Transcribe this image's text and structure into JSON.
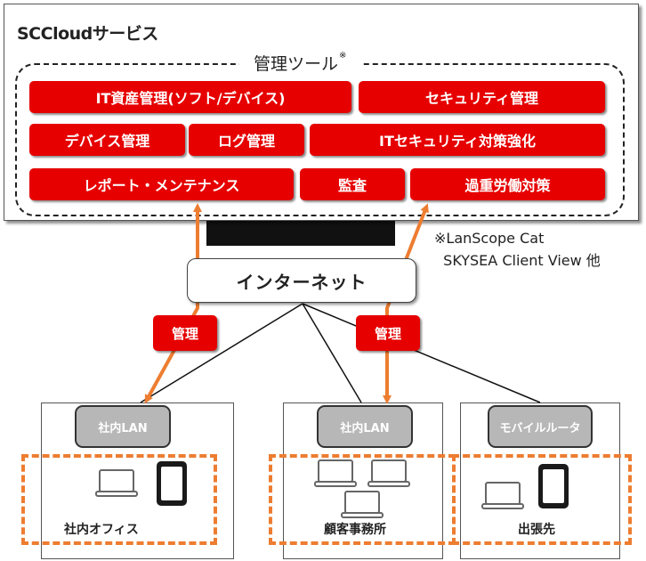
{
  "service": {
    "title": "SCCloudサービス",
    "tool_group_title": "管理ツール",
    "tool_group_mark": "※",
    "tools": [
      "IT資産管理(ソフト/デバイス)",
      "セキュリティ管理",
      "デバイス管理",
      "ログ管理",
      "ITセキュリティ対策強化",
      "レポート・メンテナンス",
      "監査",
      "過重労働対策"
    ]
  },
  "footnote": {
    "line1": "※LanScope Cat",
    "line2": "  SKYSEA Client View 他"
  },
  "internet": {
    "label": "インターネット"
  },
  "management_labels": [
    "管理",
    "管理"
  ],
  "sites": [
    {
      "lan": "社内LAN",
      "name": "社内オフィス"
    },
    {
      "lan": "社内LAN",
      "name": "顧客事務所"
    },
    {
      "lan": "モバイルルータ",
      "name": "出張先"
    }
  ],
  "colors": {
    "accent_red": "#e60000",
    "arrow_orange": "#ed7d31",
    "lan_gray": "#b7b7b7"
  },
  "icons": [
    "laptop-icon",
    "tablet-icon"
  ]
}
